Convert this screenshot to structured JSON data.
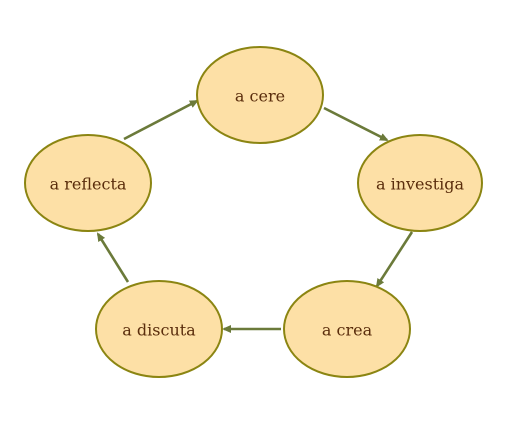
{
  "diagram": {
    "type": "cycle",
    "nodes": [
      {
        "id": "n1",
        "label": "a cere"
      },
      {
        "id": "n2",
        "label": "a investiga"
      },
      {
        "id": "n3",
        "label": "a crea"
      },
      {
        "id": "n4",
        "label": "a discuta"
      },
      {
        "id": "n5",
        "label": "a reflecta"
      }
    ],
    "edges": [
      {
        "from": "n1",
        "to": "n2"
      },
      {
        "from": "n2",
        "to": "n3"
      },
      {
        "from": "n3",
        "to": "n4"
      },
      {
        "from": "n4",
        "to": "n5"
      },
      {
        "from": "n5",
        "to": "n1"
      }
    ],
    "colors": {
      "node_fill": "#fde0a6",
      "node_stroke": "#8b8512",
      "label_text": "#5a2d0c",
      "arrow": "#6b7a3a"
    }
  }
}
